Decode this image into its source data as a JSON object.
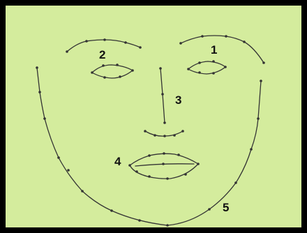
{
  "colors": {
    "background": "#d4ec9d",
    "frame": "#000000",
    "line": "#333333"
  },
  "labels": {
    "right_eye": "1",
    "left_eye": "2",
    "nose": "3",
    "mouth": "4",
    "jaw": "5"
  }
}
